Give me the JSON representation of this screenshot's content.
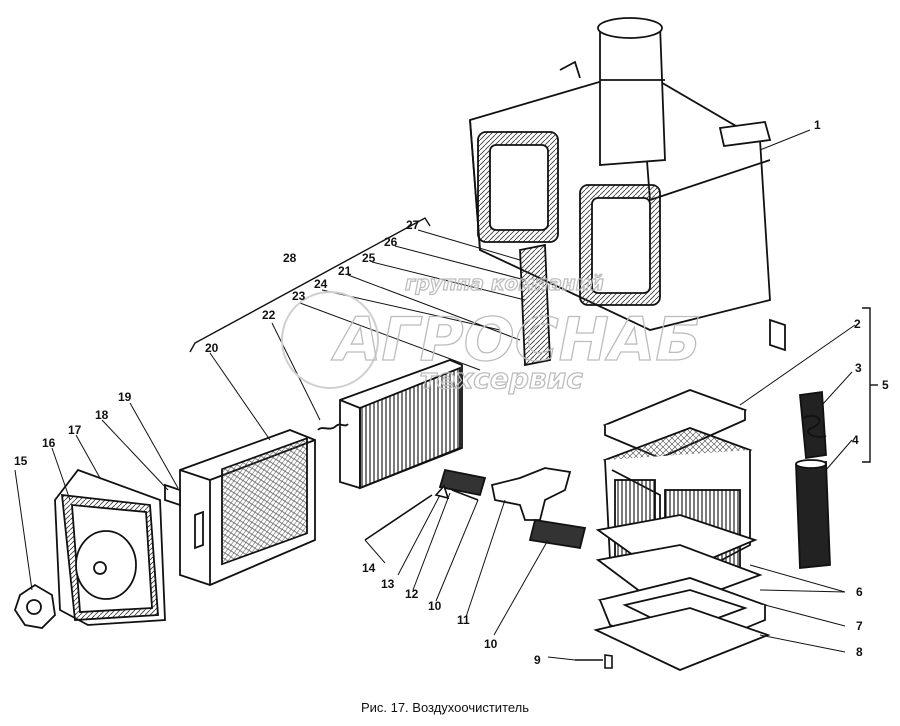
{
  "caption": "Рис. 17. Воздухоочиститель",
  "watermark": {
    "line1": "группа компаний",
    "line2": "АГРОСНАБ",
    "line3": "техсервис"
  },
  "callouts": {
    "n1": "1",
    "n2": "2",
    "n3": "3",
    "n4": "4",
    "n5": "5",
    "n6": "6",
    "n7": "7",
    "n8": "8",
    "n9": "9",
    "n10a": "10",
    "n10b": "10",
    "n11": "11",
    "n12": "12",
    "n13": "13",
    "n14": "14",
    "n15": "15",
    "n16": "16",
    "n17": "17",
    "n18": "18",
    "n19": "19",
    "n20": "20",
    "n21": "21",
    "n22": "22",
    "n23": "23",
    "n24": "24",
    "n25": "25",
    "n26": "26",
    "n27": "27",
    "n28": "28"
  }
}
